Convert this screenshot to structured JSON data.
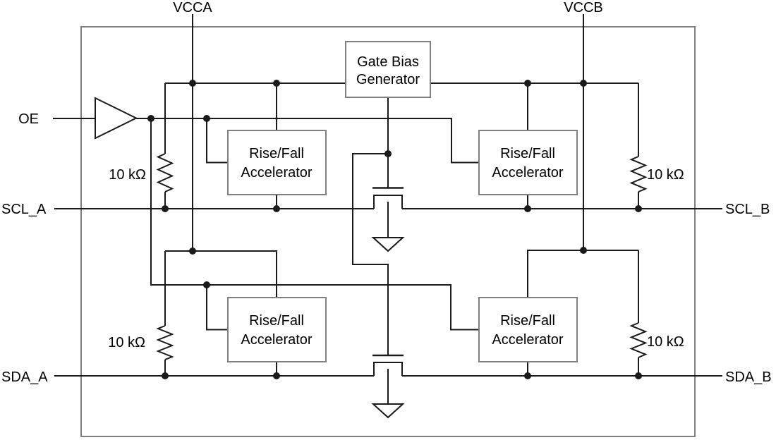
{
  "diagram": {
    "pins": {
      "vcca": "VCCA",
      "vccb": "VCCB",
      "oe": "OE",
      "scl_a": "SCL_A",
      "scl_b": "SCL_B",
      "sda_a": "SDA_A",
      "sda_b": "SDA_B"
    },
    "gate_bias": {
      "line1": "Gate Bias",
      "line2": "Generator"
    },
    "accelerators": {
      "top_left": {
        "line1": "Rise/Fall",
        "line2": "Accelerator"
      },
      "top_right": {
        "line1": "Rise/Fall",
        "line2": "Accelerator"
      },
      "bottom_left": {
        "line1": "Rise/Fall",
        "line2": "Accelerator"
      },
      "bottom_right": {
        "line1": "Rise/Fall",
        "line2": "Accelerator"
      }
    },
    "resistors": {
      "top_left": "10 kΩ",
      "top_right": "10 kΩ",
      "bottom_left": "10 kΩ",
      "bottom_right": "10 kΩ"
    }
  },
  "colors": {
    "wire": "#1a1a1a",
    "outline": "#7f7f7f",
    "text": "#000000",
    "background": "#ffffff"
  }
}
